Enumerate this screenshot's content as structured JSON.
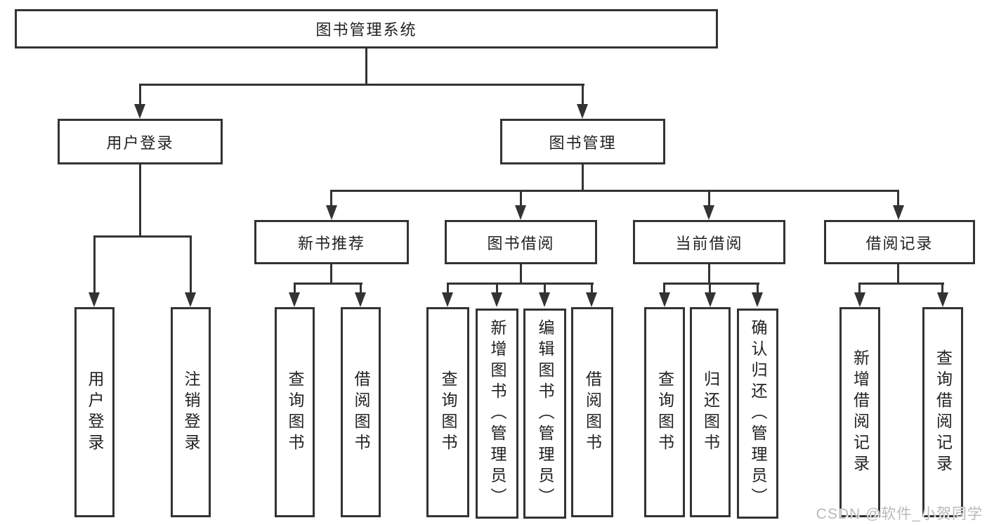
{
  "tree": {
    "label": "图书管理系统",
    "children": [
      {
        "label": "用户登录",
        "children": [
          {
            "label": "用户登录"
          },
          {
            "label": "注销登录"
          }
        ]
      },
      {
        "label": "图书管理",
        "children": [
          {
            "label": "新书推荐",
            "children": [
              {
                "label": "查询图书"
              },
              {
                "label": "借阅图书"
              }
            ]
          },
          {
            "label": "图书借阅",
            "children": [
              {
                "label": "查询图书"
              },
              {
                "label": "新增图书（管理员）"
              },
              {
                "label": "编辑图书（管理员）"
              },
              {
                "label": "借阅图书"
              }
            ]
          },
          {
            "label": "当前借阅",
            "children": [
              {
                "label": "查询图书"
              },
              {
                "label": "归还图书"
              },
              {
                "label": "确认归还（管理员）"
              }
            ]
          },
          {
            "label": "借阅记录",
            "children": [
              {
                "label": "新增借阅记录"
              },
              {
                "label": "查询借阅记录"
              }
            ]
          }
        ]
      }
    ]
  },
  "watermark": {
    "text": "CSDN @软件_小贺同学"
  },
  "colors": {
    "line": "#333333",
    "text": "#222222",
    "background": "#ffffff",
    "watermark": "#b7babd"
  }
}
